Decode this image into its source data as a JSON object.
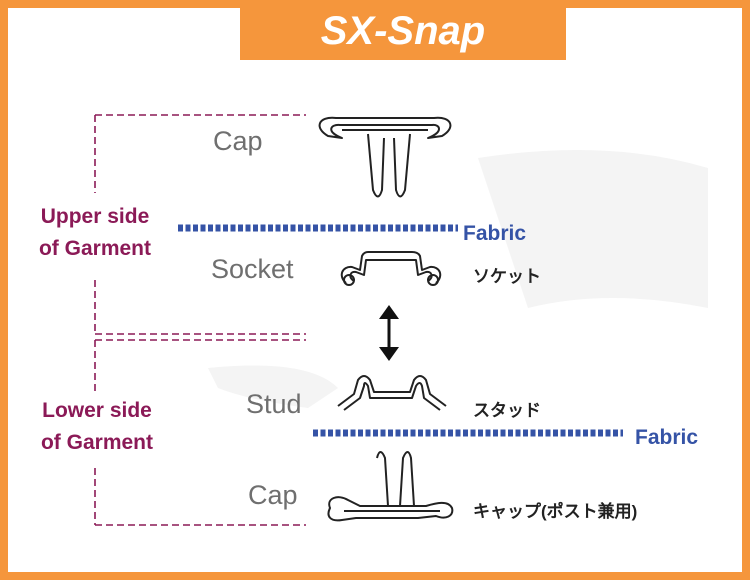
{
  "title": "SX-Snap",
  "labels": {
    "cap_top": "Cap",
    "socket": "Socket",
    "stud": "Stud",
    "cap_bottom": "Cap"
  },
  "sides": {
    "upper_line1": "Upper side",
    "upper_line2": "of Garment",
    "lower_line1": "Lower side",
    "lower_line2": "of Garment"
  },
  "fabric": {
    "upper": "Fabric",
    "lower": "Fabric"
  },
  "japanese": {
    "socket": "ソケット",
    "stud": "スタッド",
    "cap": "キャップ(ポスト兼用)"
  },
  "colors": {
    "frame": "#f5963c",
    "title_text": "#ffffff",
    "side_label": "#8b1a57",
    "fabric": "#3553a6",
    "part_label": "#6f6f6f"
  }
}
